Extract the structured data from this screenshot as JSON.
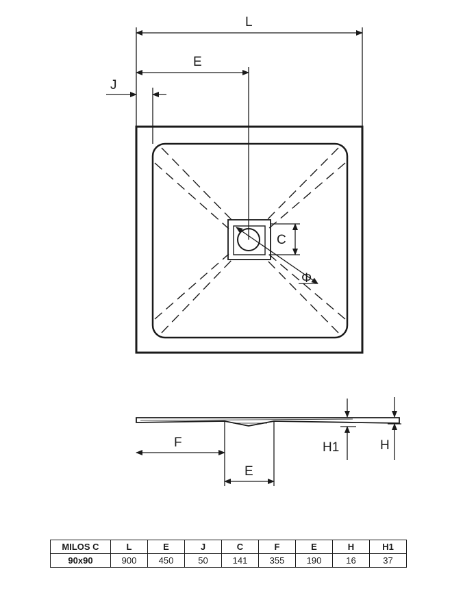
{
  "labels": {
    "L": "L",
    "E_top": "E",
    "J": "J",
    "C": "C",
    "phi": "Φ",
    "F": "F",
    "E_side": "E",
    "H1": "H1",
    "H": "H"
  },
  "table": {
    "headers": [
      "MILOS C",
      "L",
      "E",
      "J",
      "C",
      "F",
      "E",
      "H",
      "H1"
    ],
    "rows": [
      [
        "90x90",
        "900",
        "450",
        "50",
        "141",
        "355",
        "190",
        "16",
        "37"
      ]
    ]
  }
}
